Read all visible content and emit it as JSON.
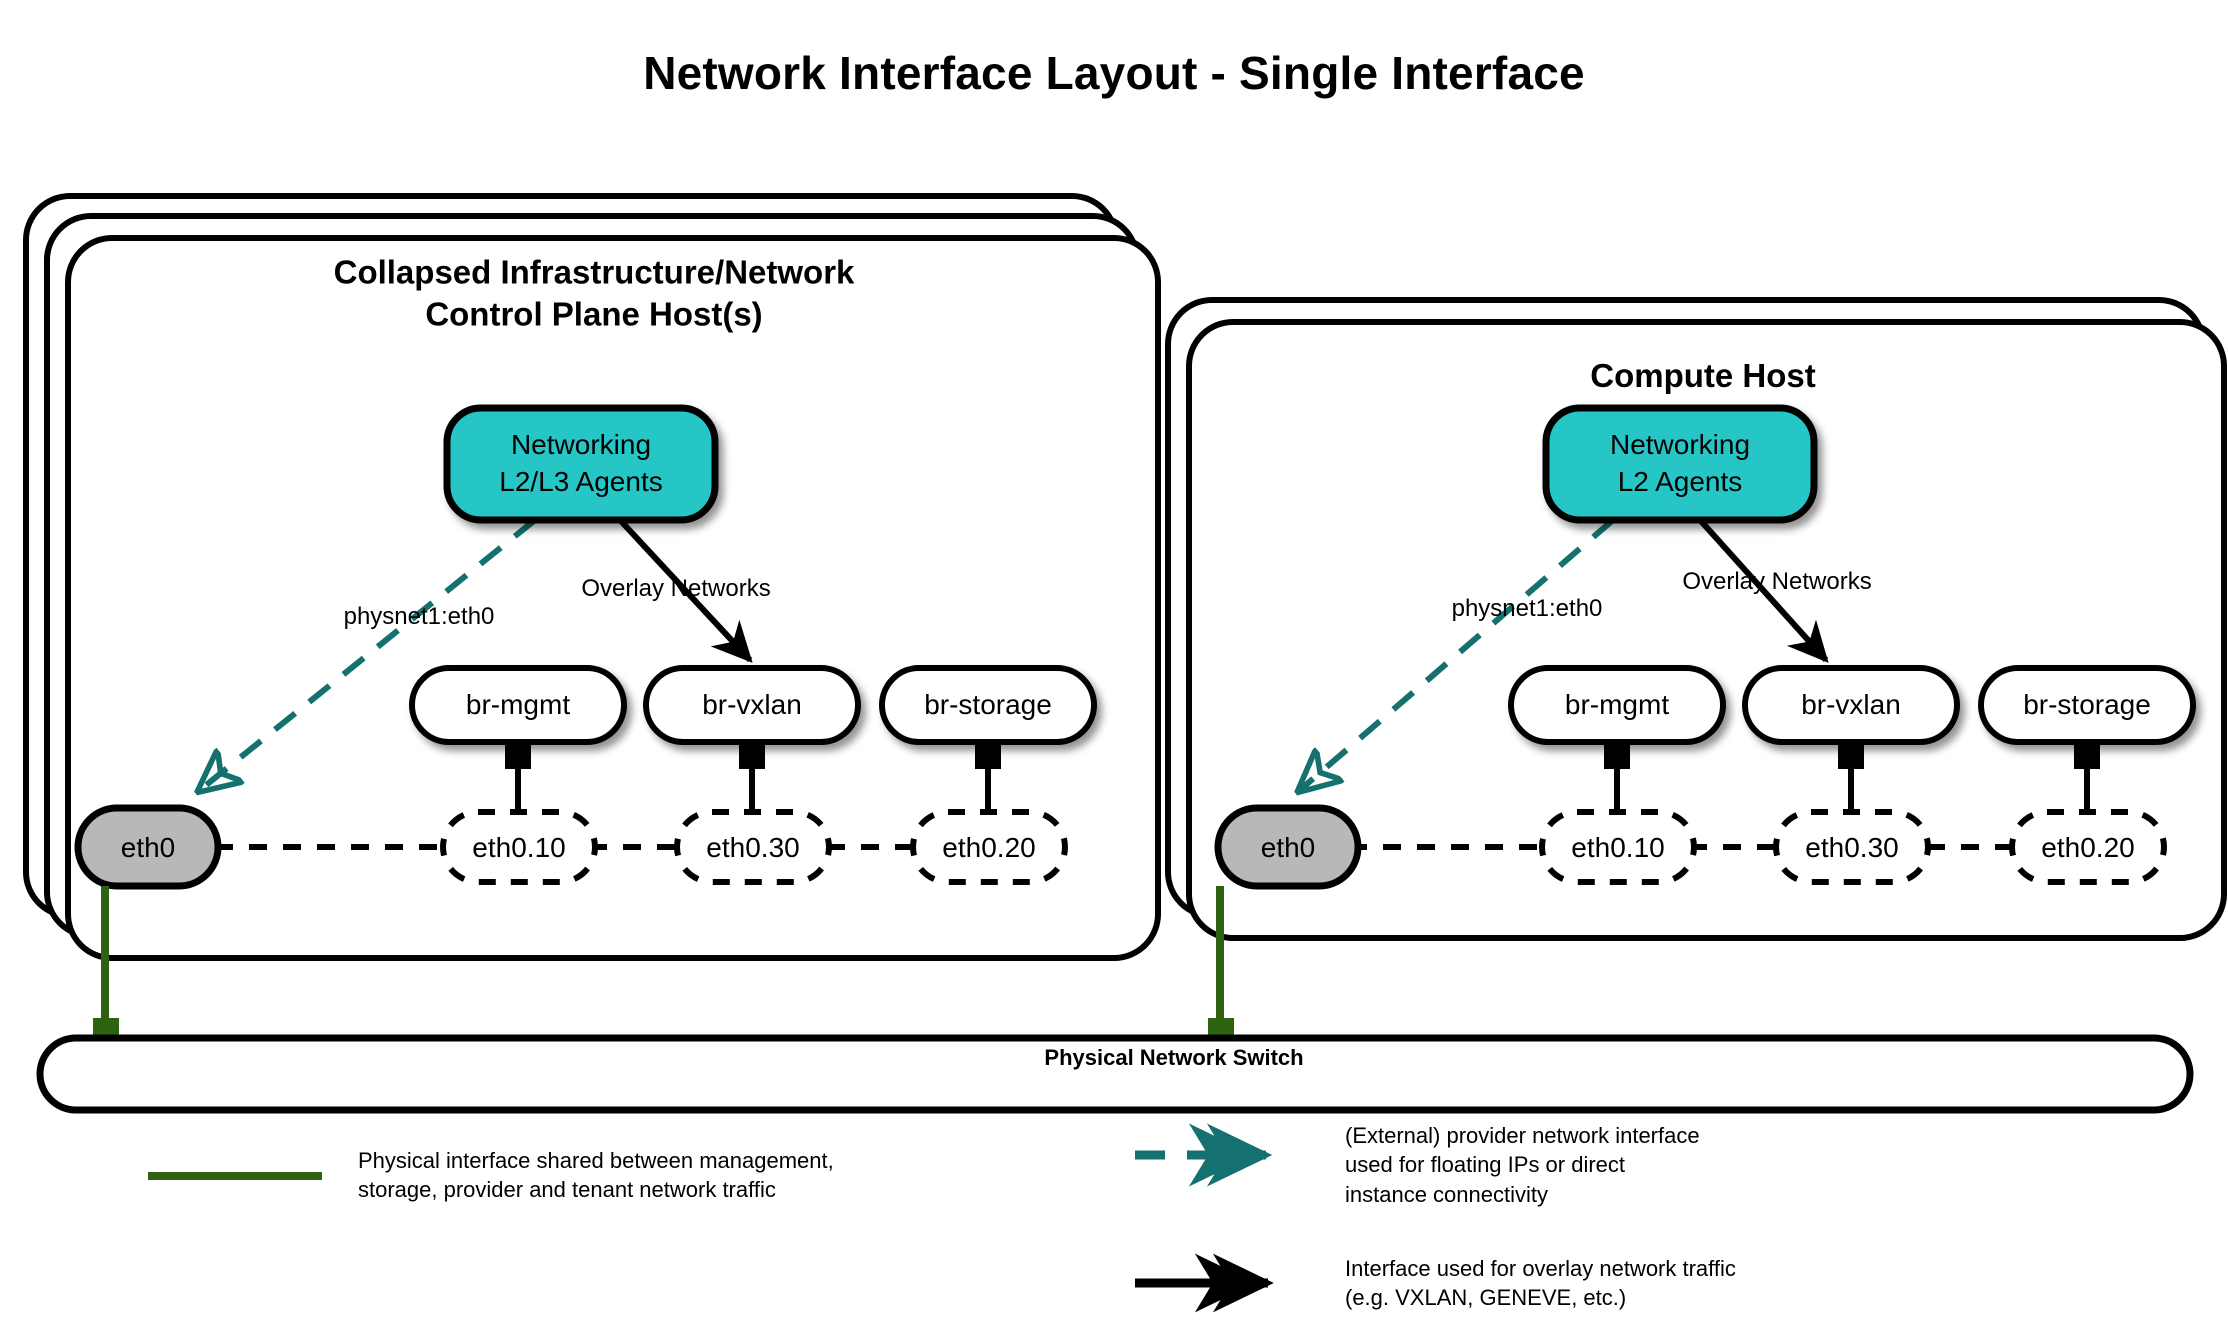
{
  "title": "Network Interface Layout - Single Interface",
  "colors": {
    "agent_fill": "#25c6c6",
    "eth0_fill": "#b8b8b8",
    "provider_teal": "#157070",
    "physical_green": "#2d6310",
    "stroke": "#000000"
  },
  "hosts": [
    {
      "id": "control-plane",
      "title": "Collapsed Infrastructure/Network\nControl Plane Host(s)",
      "stack_count": 3,
      "agent": {
        "label": "Networking\nL2/L3 Agents"
      },
      "provider_edge_label": "physnet1:eth0",
      "overlay_edge_label": "Overlay Networks",
      "physical_interface": "eth0",
      "bridges": [
        {
          "bridge": "br-mgmt",
          "vlan": "eth0.10"
        },
        {
          "bridge": "br-vxlan",
          "vlan": "eth0.30"
        },
        {
          "bridge": "br-storage",
          "vlan": "eth0.20"
        }
      ]
    },
    {
      "id": "compute",
      "title": "Compute Host",
      "stack_count": 2,
      "agent": {
        "label": "Networking\nL2 Agents"
      },
      "provider_edge_label": "physnet1:eth0",
      "overlay_edge_label": "Overlay Networks",
      "physical_interface": "eth0",
      "bridges": [
        {
          "bridge": "br-mgmt",
          "vlan": "eth0.10"
        },
        {
          "bridge": "br-vxlan",
          "vlan": "eth0.30"
        },
        {
          "bridge": "br-storage",
          "vlan": "eth0.20"
        }
      ]
    }
  ],
  "switch": {
    "label": "Physical Network Switch"
  },
  "legend": [
    {
      "id": "physical",
      "style": "solid-green",
      "text": "Physical interface shared between management,\nstorage, provider and tenant network traffic"
    },
    {
      "id": "provider",
      "style": "dashed-teal-arrow",
      "text": "(External) provider network interface\nused for floating IPs or direct\ninstance connectivity"
    },
    {
      "id": "overlay",
      "style": "solid-black-arrow",
      "text": "Interface used for overlay network traffic\n(e.g. VXLAN, GENEVE, etc.)"
    }
  ]
}
